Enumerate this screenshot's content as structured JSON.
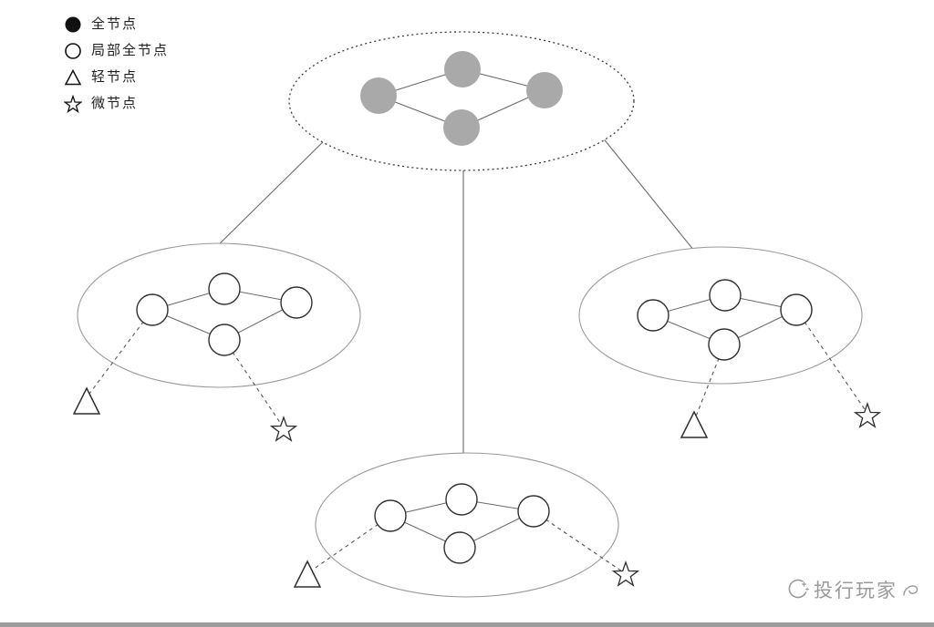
{
  "legend": {
    "items": [
      {
        "icon": "full-node-icon",
        "label": "全节点"
      },
      {
        "icon": "partial-full-node-icon",
        "label": "局部全节点"
      },
      {
        "icon": "light-node-icon",
        "label": "轻节点"
      },
      {
        "icon": "micro-node-icon",
        "label": "微节点"
      }
    ]
  },
  "watermark": {
    "text": "投行玩家"
  },
  "colors": {
    "background": "#ffffff",
    "full_node_fill": "#a9a9a9",
    "node_stroke": "#2f2f2f",
    "cluster_ellipse_stroke": "#9a9a9a",
    "top_ellipse_stroke": "#3a3a3a",
    "edge_line": "#6a6a6a",
    "dashed_link": "#555555",
    "legend_text": "#1f1f1f",
    "watermark_text": "#9a9a9a",
    "footer_bar": "#9c9c9c"
  },
  "diagram": {
    "top_cluster": {
      "node_type": "全节点",
      "node_count": 4,
      "boundary": "dotted-ellipse",
      "node_style": "filled-gray"
    },
    "sub_clusters": [
      {
        "position": "left",
        "node_type": "局部全节点",
        "node_count": 4,
        "boundary": "solid-ellipse",
        "attachments": [
          {
            "type": "轻节点",
            "shape": "triangle"
          },
          {
            "type": "微节点",
            "shape": "star"
          }
        ]
      },
      {
        "position": "right",
        "node_type": "局部全节点",
        "node_count": 4,
        "boundary": "solid-ellipse",
        "attachments": [
          {
            "type": "轻节点",
            "shape": "triangle"
          },
          {
            "type": "微节点",
            "shape": "star"
          }
        ]
      },
      {
        "position": "bottom",
        "node_type": "局部全节点",
        "node_count": 4,
        "boundary": "solid-ellipse",
        "attachments": [
          {
            "type": "轻节点",
            "shape": "triangle"
          },
          {
            "type": "微节点",
            "shape": "star"
          }
        ]
      }
    ],
    "connectors": [
      {
        "from": "top_cluster",
        "to": "left"
      },
      {
        "from": "top_cluster",
        "to": "bottom"
      },
      {
        "from": "top_cluster",
        "to": "right"
      }
    ]
  }
}
